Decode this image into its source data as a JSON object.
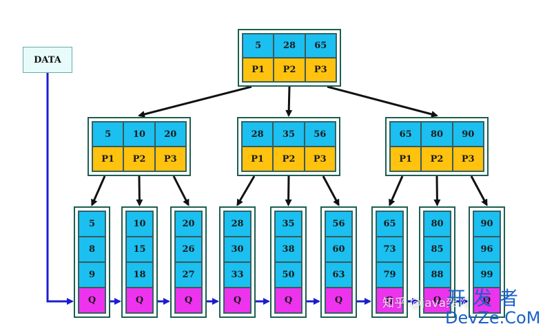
{
  "data_label": "DATA",
  "root": {
    "keys": [
      "5",
      "28",
      "65"
    ],
    "pointers": [
      "P1",
      "P2",
      "P3"
    ]
  },
  "internal": [
    {
      "keys": [
        "5",
        "10",
        "20"
      ],
      "pointers": [
        "P1",
        "P2",
        "P3"
      ]
    },
    {
      "keys": [
        "28",
        "35",
        "56"
      ],
      "pointers": [
        "P1",
        "P2",
        "P3"
      ]
    },
    {
      "keys": [
        "65",
        "80",
        "90"
      ],
      "pointers": [
        "P1",
        "P2",
        "P3"
      ]
    }
  ],
  "leaves": [
    {
      "keys": [
        "5",
        "8",
        "9"
      ],
      "link": "Q"
    },
    {
      "keys": [
        "10",
        "15",
        "18"
      ],
      "link": "Q"
    },
    {
      "keys": [
        "20",
        "26",
        "27"
      ],
      "link": "Q"
    },
    {
      "keys": [
        "28",
        "30",
        "33"
      ],
      "link": "Q"
    },
    {
      "keys": [
        "35",
        "38",
        "50"
      ],
      "link": "Q"
    },
    {
      "keys": [
        "56",
        "60",
        "63"
      ],
      "link": "Q"
    },
    {
      "keys": [
        "65",
        "73",
        "79"
      ],
      "link": "Q"
    },
    {
      "keys": [
        "80",
        "85",
        "88"
      ],
      "link": "Q"
    },
    {
      "keys": [
        "90",
        "96",
        "99"
      ],
      "link": "Q"
    }
  ],
  "watermark": {
    "zhihu": "知乎 @java架构",
    "site_cn": "开发者",
    "site_en": "DevZe.CoM"
  },
  "colors": {
    "key_cell": "#1bbff0",
    "pointer_cell": "#ffc20e",
    "link_cell": "#ee33ee",
    "tree_arrow": "#111111",
    "data_arrow": "#1c1cd0"
  }
}
